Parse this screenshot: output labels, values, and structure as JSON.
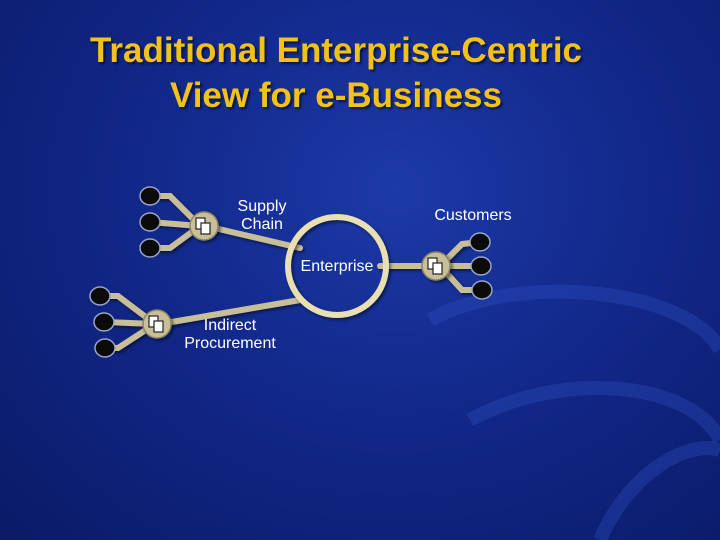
{
  "title": {
    "line1": "Traditional Enterprise-Centric",
    "line2": "View for e-Business"
  },
  "labels": {
    "supply_chain_1": "Supply",
    "supply_chain_2": "Chain",
    "customers": "Customers",
    "enterprise": "Enterprise",
    "indirect_1": "Indirect",
    "indirect_2": "Procurement"
  },
  "colors": {
    "background": "#12288a",
    "title": "#f2c21b",
    "connector": "#c8bf98",
    "enterprise_ring": "#e9dfb2",
    "node": "#0b0b0b",
    "label": "#ffffff"
  },
  "icons": [
    "copy-icon"
  ]
}
